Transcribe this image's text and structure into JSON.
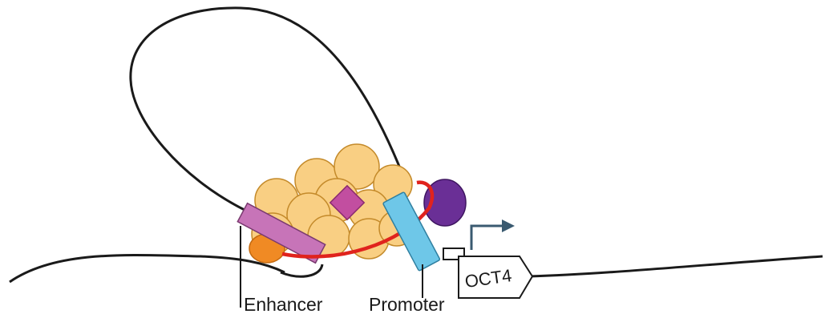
{
  "labels": {
    "enhancer": "Enhancer",
    "promoter": "Promoter",
    "gene": "OCT4"
  },
  "colors": {
    "dna": "#1a1a1a",
    "mediator_subunit": "#f9cf83",
    "mediator_outline": "#c48a2a",
    "enhancer_element": "#c774b8",
    "transcription_factor": "#c24ea0",
    "promoter_element": "#6ec7e8",
    "rna_polymerase": "#6a2f96",
    "cohesin_ring": "#e0231d",
    "orange_factor": "#f08a24",
    "tss_arrow": "#3a5a70",
    "gene_box": "#ffffff"
  }
}
